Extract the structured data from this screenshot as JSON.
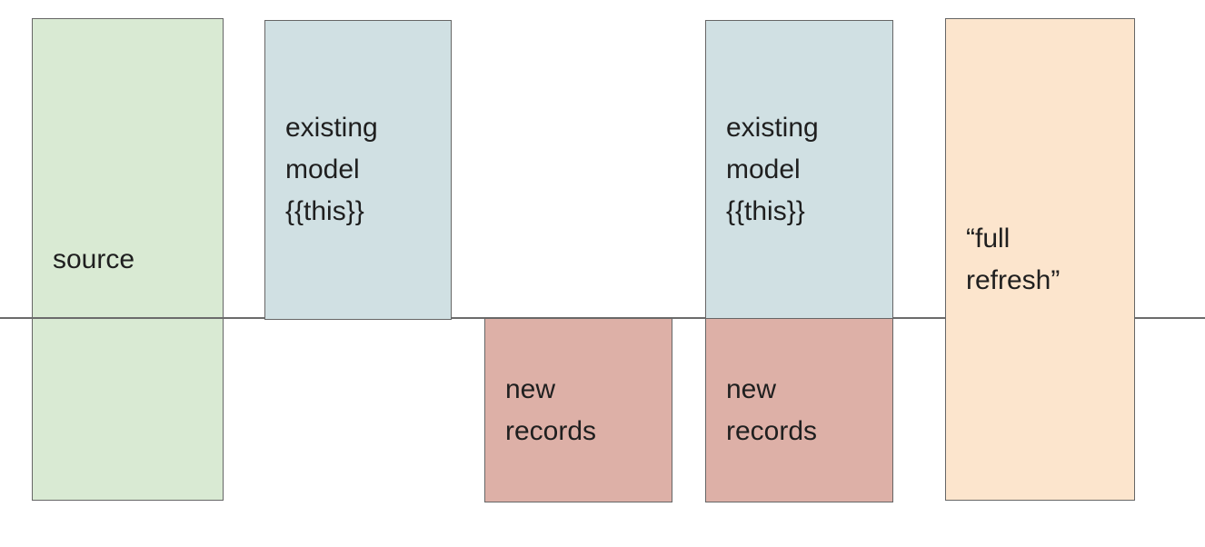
{
  "canvas": {
    "background": "#ffffff"
  },
  "timeline": {
    "color": "#6b6b6b"
  },
  "style": {
    "border_color": "#666666",
    "text_color": "#1f1f1f"
  },
  "boxes": [
    {
      "name": "source",
      "label": "source",
      "fill": "#d9ead3"
    },
    {
      "name": "existing-model-left",
      "label": "existing\nmodel\n{{this}}",
      "fill": "#d0e0e3"
    },
    {
      "name": "new-records-left",
      "label": "new\nrecords",
      "fill": "#ddb0a7"
    },
    {
      "name": "existing-model-right",
      "label": "existing\nmodel\n{{this}}",
      "fill": "#d0e0e3"
    },
    {
      "name": "new-records-right",
      "label": "new\nrecords",
      "fill": "#ddb0a7"
    },
    {
      "name": "full-refresh",
      "label": "“full\nrefresh”",
      "fill": "#fce5cd"
    }
  ]
}
